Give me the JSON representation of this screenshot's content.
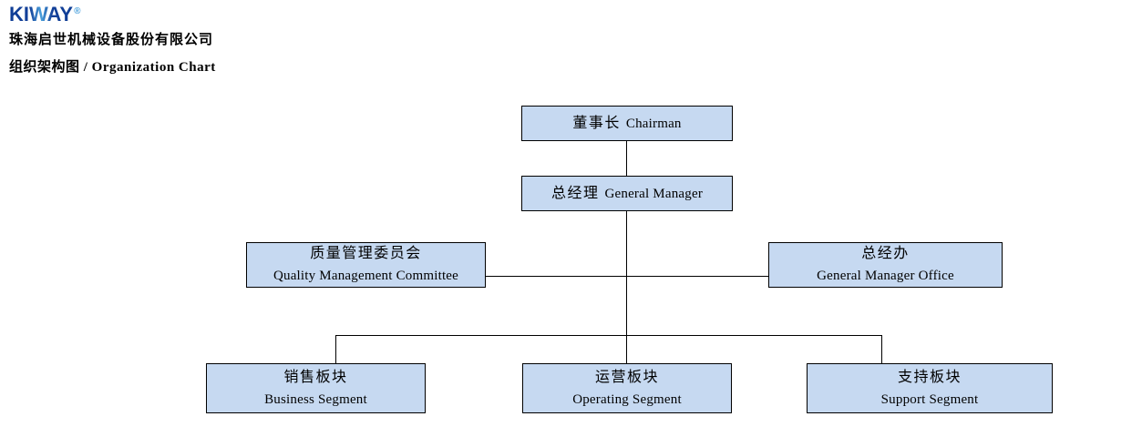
{
  "header": {
    "logo_text": "KIWAY",
    "logo_registered": "®",
    "company_name": "珠海启世机械设备股份有限公司",
    "page_title": "组织架构图 / Organization Chart"
  },
  "org_chart": {
    "nodes": {
      "chairman": {
        "zh": "董事长",
        "en": "Chairman"
      },
      "general_manager": {
        "zh": "总经理",
        "en": "General Manager"
      },
      "quality_management_committee": {
        "zh": "质量管理委员会",
        "en": "Quality Management Committee"
      },
      "general_manager_office": {
        "zh": "总经办",
        "en": "General Manager Office"
      },
      "business_segment": {
        "zh": "销售板块",
        "en": "Business Segment"
      },
      "operating_segment": {
        "zh": "运营板块",
        "en": "Operating Segment"
      },
      "support_segment": {
        "zh": "支持板块",
        "en": "Support Segment"
      }
    },
    "edges": [
      [
        "chairman",
        "general_manager"
      ],
      [
        "general_manager",
        "quality_management_committee"
      ],
      [
        "general_manager",
        "general_manager_office"
      ],
      [
        "general_manager",
        "business_segment"
      ],
      [
        "general_manager",
        "operating_segment"
      ],
      [
        "general_manager",
        "support_segment"
      ]
    ]
  },
  "colors": {
    "node_fill": "#c6d9f1",
    "node_border": "#000000",
    "connector": "#000000",
    "logo_primary": "#12409a",
    "logo_accent": "#4aa0dc",
    "background": "#ffffff"
  }
}
